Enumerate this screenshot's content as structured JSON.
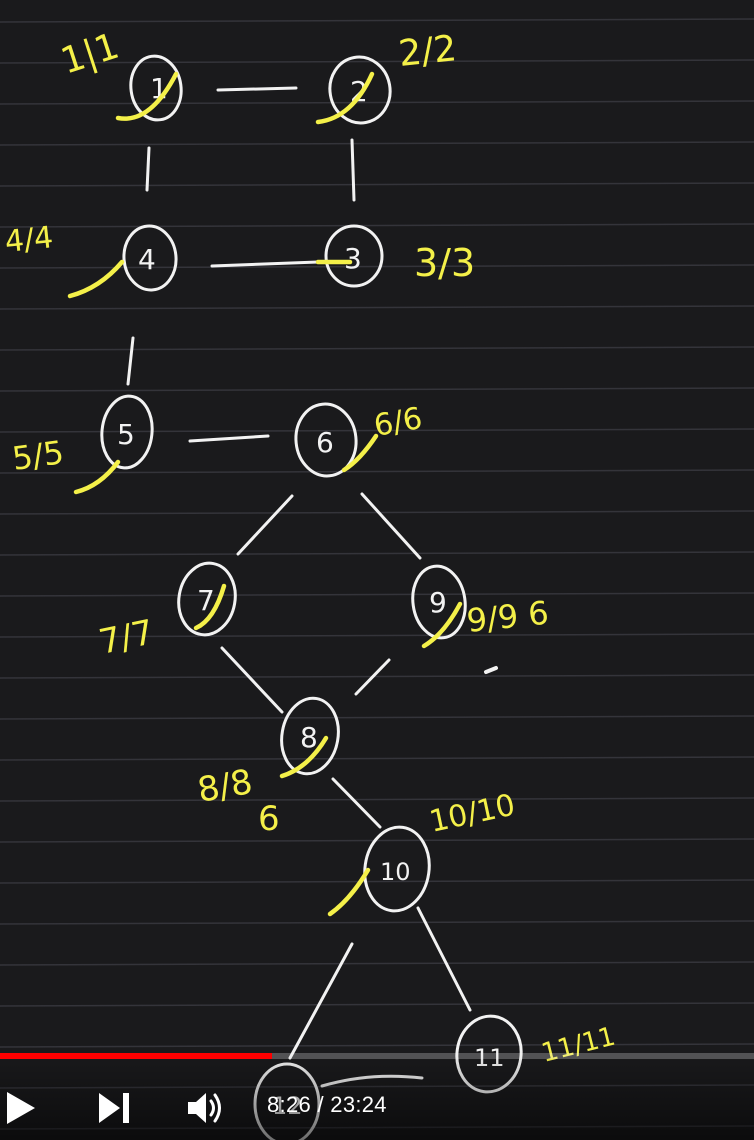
{
  "player": {
    "current_time": "8:26",
    "separator": " / ",
    "duration": "23:24",
    "progress": 0.3604
  },
  "board": {
    "nodes": [
      "1",
      "2",
      "4",
      "3",
      "5",
      "6",
      "7",
      "9",
      "8",
      "10",
      "11",
      "12"
    ],
    "annotations": [
      "1|1",
      "2/2",
      "4/4",
      "3/3",
      "5/5",
      "6/6",
      "7/7",
      "9/9 6",
      "8/8",
      "6",
      "10/10",
      "11/11"
    ],
    "colors": {
      "background": "#1a1a1c",
      "ruling": "#34343a",
      "chalk": "#f2f2f2",
      "highlight": "#f4f049",
      "progress": "#ff0000"
    }
  }
}
